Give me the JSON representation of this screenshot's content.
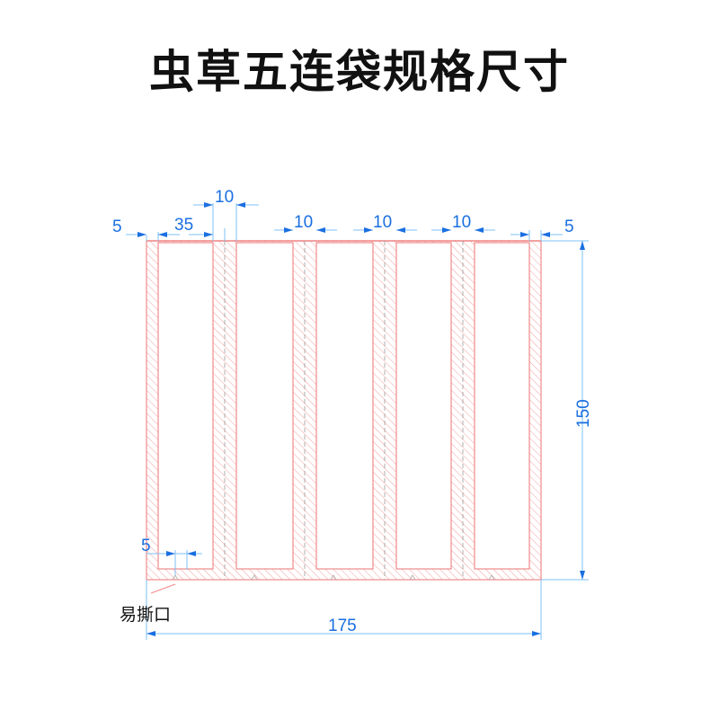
{
  "title": "虫草五连袋规格尺寸",
  "colors": {
    "outline": "#f08a8a",
    "dimension": "#1a6fe0",
    "dim_line": "#7fc0f5"
  },
  "dimensions": {
    "left_margin": "5",
    "pocket_width": "35",
    "seal_1": "10",
    "seal_2": "10",
    "seal_3": "10",
    "seal_4": "10",
    "right_margin": "5",
    "height": "150",
    "total_width": "175",
    "tear_offset": "5"
  },
  "labels": {
    "tear_notch": "易撕口"
  }
}
